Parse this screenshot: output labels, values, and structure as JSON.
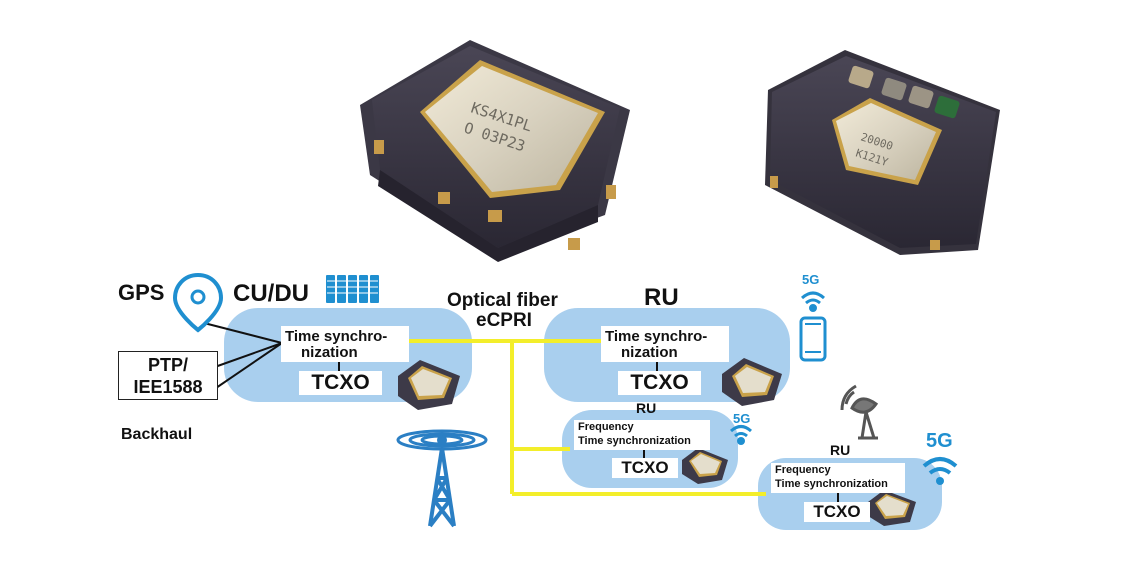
{
  "labels": {
    "gps": "GPS",
    "cu_du": "CU/DU",
    "optical_fiber": "Optical fiber",
    "ecpri": "eCPRI",
    "ru_main": "RU",
    "ru_small_1": "RU",
    "ru_small_2": "RU",
    "ptp_line1": "PTP/",
    "ptp_line2": "IEE1588",
    "backhaul": "Backhaul",
    "five_g_1": "5G",
    "five_g_2": "5G",
    "five_g_3": "5G"
  },
  "cu_du_node": {
    "sync_line1": "Time synchro-",
    "sync_line2": "nization",
    "tcxo": "TCXO"
  },
  "ru_main_node": {
    "sync_line1": "Time synchro-",
    "sync_line2": "nization",
    "tcxo": "TCXO"
  },
  "ru_small_1_node": {
    "line1": "Frequency",
    "line2": "Time synchronization",
    "tcxo": "TCXO"
  },
  "ru_small_2_node": {
    "line1": "Frequency",
    "line2": "Time synchronization",
    "tcxo": "TCXO"
  },
  "chip_markings": {
    "left_chip_line1": "KS4X1PL",
    "left_chip_line2": "O 03P23",
    "right_chip_line1": "20000",
    "right_chip_line2": "K121Y"
  },
  "colors": {
    "node_fill": "#a9cfee",
    "fiber": "#f3ee2a",
    "icon_blue": "#1f8fd0",
    "tower_blue": "#2b7fc4",
    "chip_gold": "#c9a24a",
    "chip_body": "#3d3a48"
  },
  "icons": [
    "gps-pin-icon",
    "server-rack-icon",
    "wifi-5g-icon",
    "smartphone-icon",
    "cell-tower-icon",
    "satellite-dish-icon"
  ]
}
